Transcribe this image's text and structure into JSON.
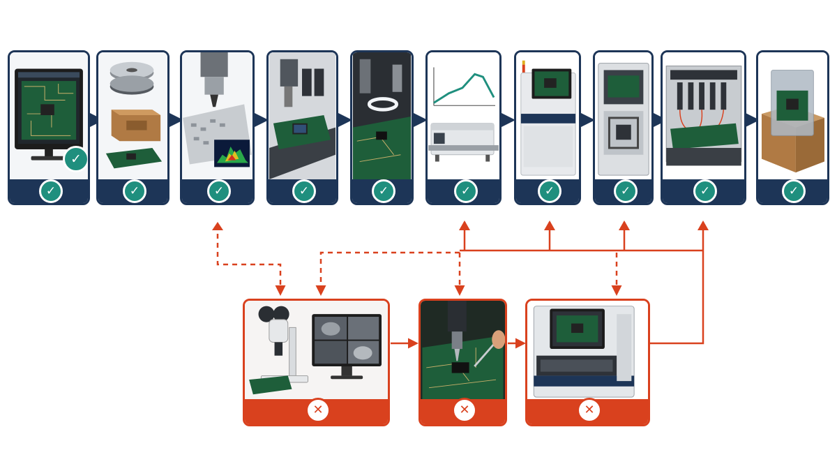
{
  "colors": {
    "process": "#1d3557",
    "pass": "#1f8f7e",
    "rework": "#d9411e",
    "pcb": "#1e5e3a"
  },
  "steps": [
    {
      "id": "design",
      "icon": "monitor-pcb-layout-icon",
      "status": "check-icon"
    },
    {
      "id": "components",
      "icon": "component-reels-box-icon",
      "status": "check-icon"
    },
    {
      "id": "paste-print",
      "icon": "stencil-printer-icon",
      "status": "check-icon"
    },
    {
      "id": "pick-place",
      "icon": "pick-and-place-head-icon",
      "status": "check-icon"
    },
    {
      "id": "pre-reflow-inspection",
      "icon": "ring-light-camera-icon",
      "status": "check-icon"
    },
    {
      "id": "reflow",
      "icon": "reflow-oven-profile-icon",
      "status": "check-icon"
    },
    {
      "id": "aoi",
      "icon": "aoi-machine-icon",
      "status": "check-icon"
    },
    {
      "id": "xray",
      "icon": "xray-inspection-icon",
      "status": "check-icon"
    },
    {
      "id": "test",
      "icon": "test-fixture-icon",
      "status": "check-icon"
    },
    {
      "id": "packaging",
      "icon": "esd-bag-box-icon",
      "status": "check-icon"
    }
  ],
  "rework": [
    {
      "id": "microscope-review",
      "icon": "microscope-monitor-icon",
      "status": "x-icon"
    },
    {
      "id": "hand-rework",
      "icon": "soldering-iron-icon",
      "status": "x-icon"
    },
    {
      "id": "re-inspection",
      "icon": "inspection-machine-icon",
      "status": "x-icon"
    }
  ],
  "glyphs": {
    "check": "✓",
    "cross": "✕"
  }
}
